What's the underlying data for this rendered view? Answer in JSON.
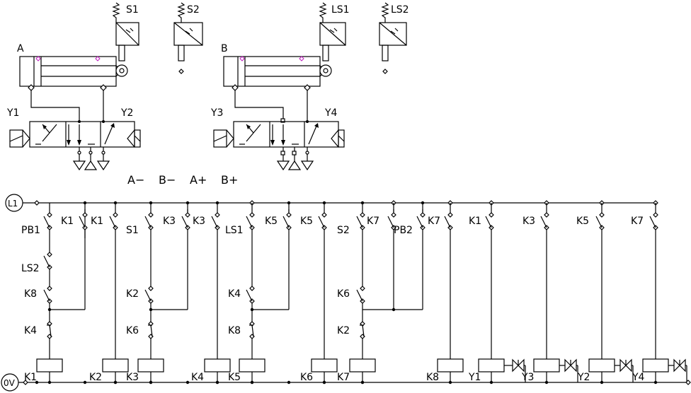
{
  "pneumatic": {
    "cylinders": [
      "A",
      "B"
    ],
    "sensors_a": [
      "S1",
      "S2"
    ],
    "sensors_b": [
      "LS1",
      "LS2"
    ],
    "solenoids": [
      "Y1",
      "Y2",
      "Y3",
      "Y4"
    ]
  },
  "sequence": [
    "A−",
    "B−",
    "A+",
    "B+"
  ],
  "rails": {
    "top": "L1",
    "bottom": "0V"
  },
  "contact_labels": [
    "PB1",
    "K1",
    "K1",
    "S1",
    "K3",
    "K3",
    "LS1",
    "K5",
    "K5",
    "S2",
    "K7",
    "PB2",
    "K7",
    "K1",
    "K3",
    "K5",
    "K7",
    "LS2",
    "K8",
    "K2",
    "K4",
    "K6",
    "K4",
    "K6",
    "K8",
    "K2"
  ],
  "coil_labels": [
    "K1",
    "K2",
    "K3",
    "K4",
    "K5",
    "K7",
    "K6",
    "K8",
    "Y1",
    "Y3",
    "Y2",
    "Y4"
  ]
}
